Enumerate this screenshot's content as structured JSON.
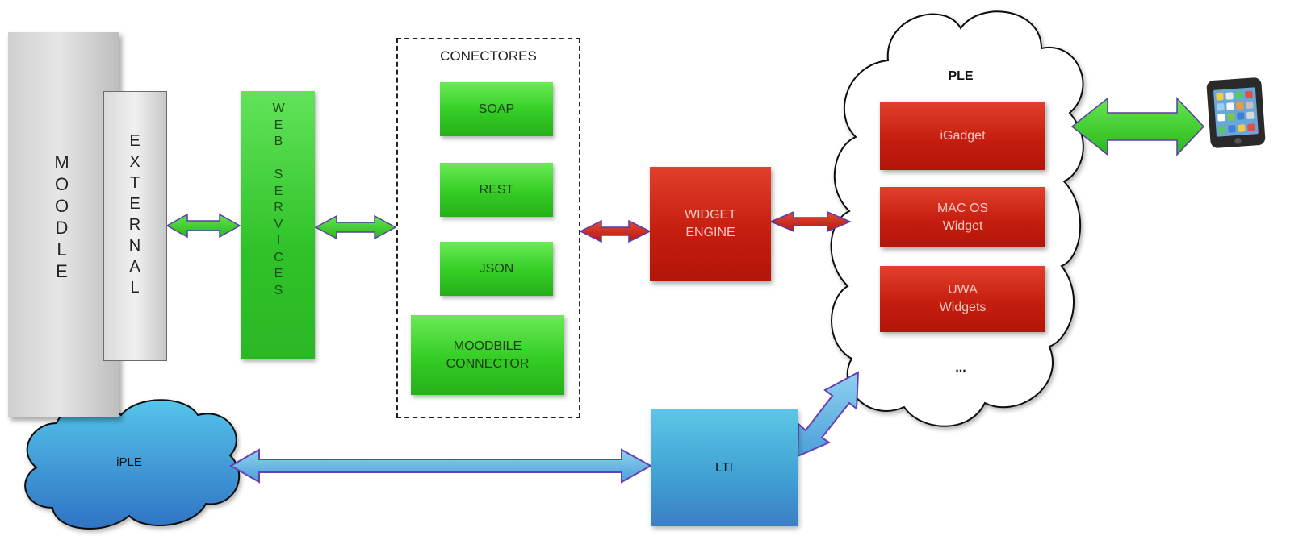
{
  "moodle": {
    "label": "M\nO\nO\nD\nL\nE"
  },
  "external": {
    "label": "E\nX\nT\nE\nR\nN\nA\nL"
  },
  "web_services": {
    "label": "W\nE\nB\n\nS\nE\nR\nV\nI\nC\nE\nS"
  },
  "conectores": {
    "title": "CONECTORES",
    "items": [
      "SOAP",
      "REST",
      "JSON",
      "MOODBILE\nCONNECTOR"
    ]
  },
  "widget_engine": {
    "label": "WIDGET\nENGINE"
  },
  "ple": {
    "title": "PLE",
    "items": [
      "iGadget",
      "MAC OS\nWidget",
      "UWA\nWidgets"
    ],
    "more": "..."
  },
  "lti": {
    "label": "LTI"
  },
  "iple": {
    "label": "iPLE"
  },
  "colors": {
    "green": "#33cc24",
    "red": "#c61e10",
    "blue": "#3f9fd2",
    "gray": "#d0d0d0",
    "arrow_outline": "#6a3fb5"
  }
}
